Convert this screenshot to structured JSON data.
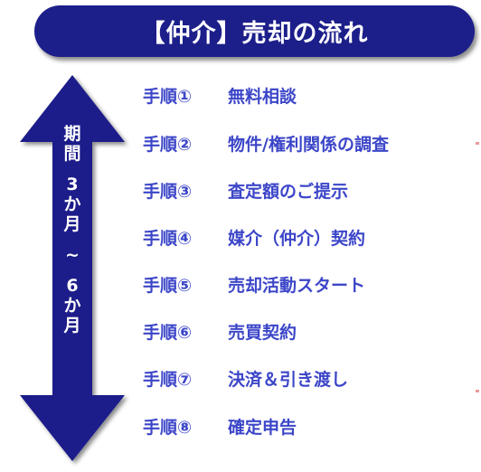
{
  "title": "【仲介】売却の流れ",
  "period": {
    "label": [
      "期",
      "間",
      "",
      "3",
      "か",
      "月",
      "",
      "~",
      "",
      "6",
      "か",
      "月"
    ]
  },
  "steps": [
    {
      "num": "手順①",
      "text": "無料相談"
    },
    {
      "num": "手順②",
      "text": "物件/権利関係の調査"
    },
    {
      "num": "手順③",
      "text": "査定額のご提示"
    },
    {
      "num": "手順④",
      "text": "媒介（仲介）契約"
    },
    {
      "num": "手順⑤",
      "text": "売却活動スタート"
    },
    {
      "num": "手順⑥",
      "text": "売買契約"
    },
    {
      "num": "手順⑦",
      "text": "決済＆引き渡し"
    },
    {
      "num": "手順⑧",
      "text": "確定申告"
    }
  ],
  "colors": {
    "banner": "#1c1f8a",
    "arrow": "#1c1f8a",
    "step_text": "#3c46c8"
  }
}
